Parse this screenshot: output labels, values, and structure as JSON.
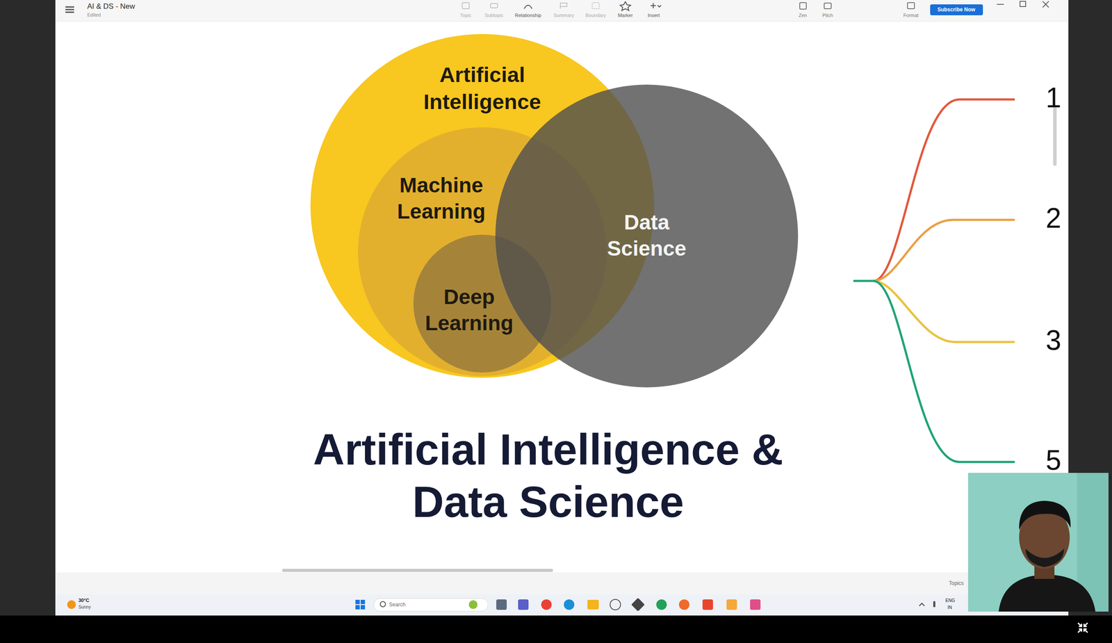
{
  "diagram": {
    "title": "Artificial Intelligence & Data Science",
    "nodes": [
      {
        "text": [
          "Artificial Intelligence"
        ]
      },
      {
        "text": [
          "Machine Learning"
        ],
        "in": 0
      },
      {
        "text": [
          "Deep Learning"
        ],
        "in": 1
      },
      {
        "text": [
          "Data Science"
        ]
      }
    ],
    "labels": [
      "AI & DS - New",
      "Edited",
      "Topic",
      "Subtopic",
      "Relationship",
      "Summary",
      "Boundary",
      "Marker",
      "Insert",
      "Zen",
      "Pitch",
      "Format",
      "Subscribe Now",
      "1",
      "2",
      "3",
      "5",
      "Topics",
      "30°C",
      "Sunny",
      "Search",
      "ENG",
      "IN"
    ]
  }
}
